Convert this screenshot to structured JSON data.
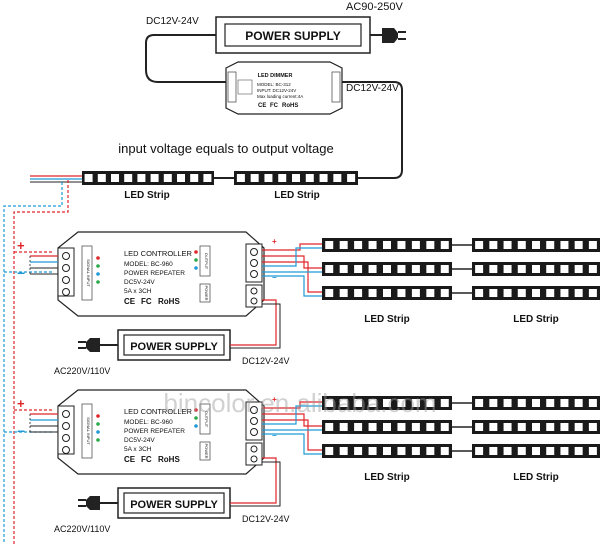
{
  "top": {
    "ac_label": "AC90-250V",
    "dc_in_label": "DC12V-24V",
    "power_supply": "POWER SUPPLY",
    "dc_out_label": "DC12V-24V",
    "dimmer": {
      "title": "LED DIMMER",
      "model": "MODEL: BC-312",
      "input": "INPUT:    DC12V-24V",
      "loading": "Max loading current:4A",
      "marks": "CE FC RoHS",
      "ce": "CE",
      "fc": "FC",
      "rohs": "RoHS"
    },
    "note": "input voltage equals to output voltage",
    "strip_label_1": "LED Strip",
    "strip_label_2": "LED Strip"
  },
  "blocks": [
    {
      "plus": "+",
      "minus": "−",
      "controller_title": "LED CONTROLLER",
      "model": "MODEL: BC-960",
      "repeater": "POWER REPEATER",
      "voltage": "DC5V-24V",
      "current": "5A x 3CH",
      "marks": "CE FC RoHS",
      "ce": "CE",
      "fc": "FC",
      "rohs": "RoHS",
      "signal_in": "SIGNAL INPUT",
      "output": "OUTPUT",
      "power": "POWER",
      "power_supply": "POWER SUPPLY",
      "dc_label": "DC12V-24V",
      "ac_label": "AC220V/110V",
      "strip_label_1": "LED Strip",
      "strip_label_2": "LED Strip"
    },
    {
      "plus": "+",
      "minus": "−",
      "controller_title": "LED CONTROLLER",
      "model": "MODEL: BC-960",
      "repeater": "POWER REPEATER",
      "voltage": "DC5V-24V",
      "current": "5A x 3CH",
      "marks": "CE FC RoHS",
      "ce": "CE",
      "fc": "FC",
      "rohs": "RoHS",
      "signal_in": "SIGNAL INPUT",
      "output": "OUTPUT",
      "power": "POWER",
      "power_supply": "POWER SUPPLY",
      "dc_label": "DC12V-24V",
      "ac_label": "AC220V/110V",
      "strip_label_1": "LED Strip",
      "strip_label_2": "LED Strip"
    }
  ],
  "watermark": "bincolor.en.alibaba.com",
  "colors": {
    "wire_red": "#e0262a",
    "wire_blue": "#1f9ad6",
    "wire_black": "#222222",
    "strip_fill": "#1a1a1a",
    "led_fill": "#ffffff"
  }
}
